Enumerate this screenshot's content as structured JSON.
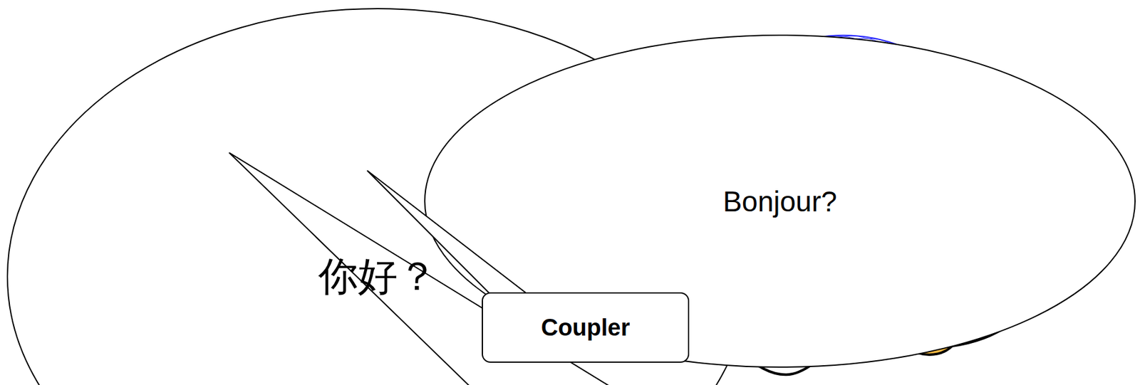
{
  "diagram": {
    "nodes": [
      {
        "text": [
          "你好？"
        ]
      },
      {
        "text": [
          "Bonjour?"
        ]
      },
      {
        "text": [
          "Coupler"
        ]
      }
    ]
  }
}
